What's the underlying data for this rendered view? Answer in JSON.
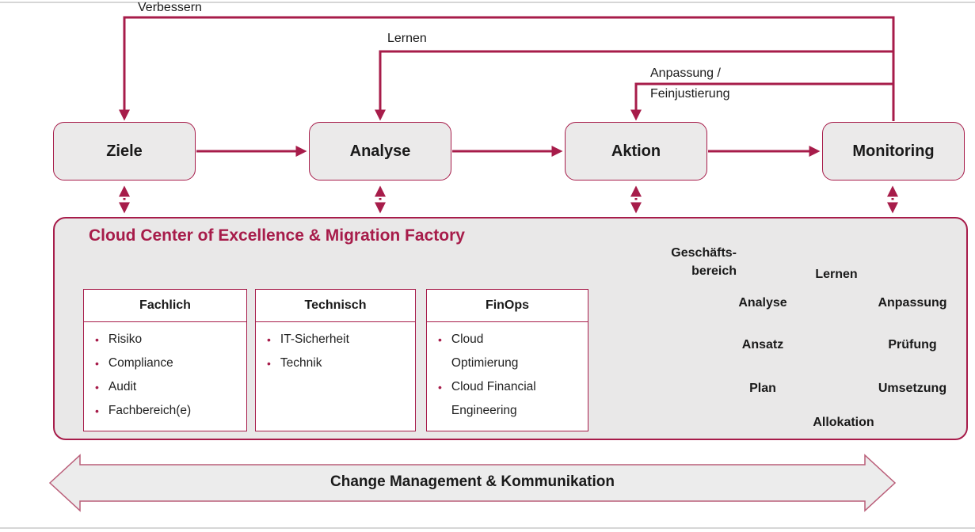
{
  "colors": {
    "crimson": "#a71c4a",
    "blue": "#3e7bc4",
    "box_fill": "#ebeaea",
    "panel_fill": "#e9e8e8",
    "banner_fill": "#ececec",
    "text": "#1a1a1a"
  },
  "flow": {
    "boxes": [
      {
        "label": "Ziele"
      },
      {
        "label": "Analyse"
      },
      {
        "label": "Aktion"
      },
      {
        "label": "Monitoring"
      }
    ],
    "feedback": [
      {
        "label": "Verbessern"
      },
      {
        "label": "Lernen"
      },
      {
        "label_line1": "Anpassung /",
        "label_line2": "Feinjustierung"
      }
    ]
  },
  "ccoe": {
    "title": "Cloud Center of Excellence & Migration Factory",
    "boxes": [
      {
        "title": "Fachlich",
        "items": [
          "Risiko",
          "Compliance",
          "Audit",
          "Fachbereich(e)"
        ]
      },
      {
        "title": "Technisch",
        "items": [
          "IT-Sicherheit",
          "Technik"
        ]
      },
      {
        "title": "FinOps",
        "items": [
          "Cloud Optimierung",
          "Cloud Financial Engineering"
        ]
      }
    ],
    "cycle": {
      "source_line1": "Geschäfts-",
      "source_line2": "bereich",
      "top": "Lernen",
      "left_column": [
        "Analyse",
        "Ansatz",
        "Plan"
      ],
      "bottom": "Allokation",
      "right_column": [
        "Anpassung",
        "Prüfung",
        "Umsetzung"
      ]
    }
  },
  "banner": {
    "label": "Change Management & Kommunikation"
  }
}
